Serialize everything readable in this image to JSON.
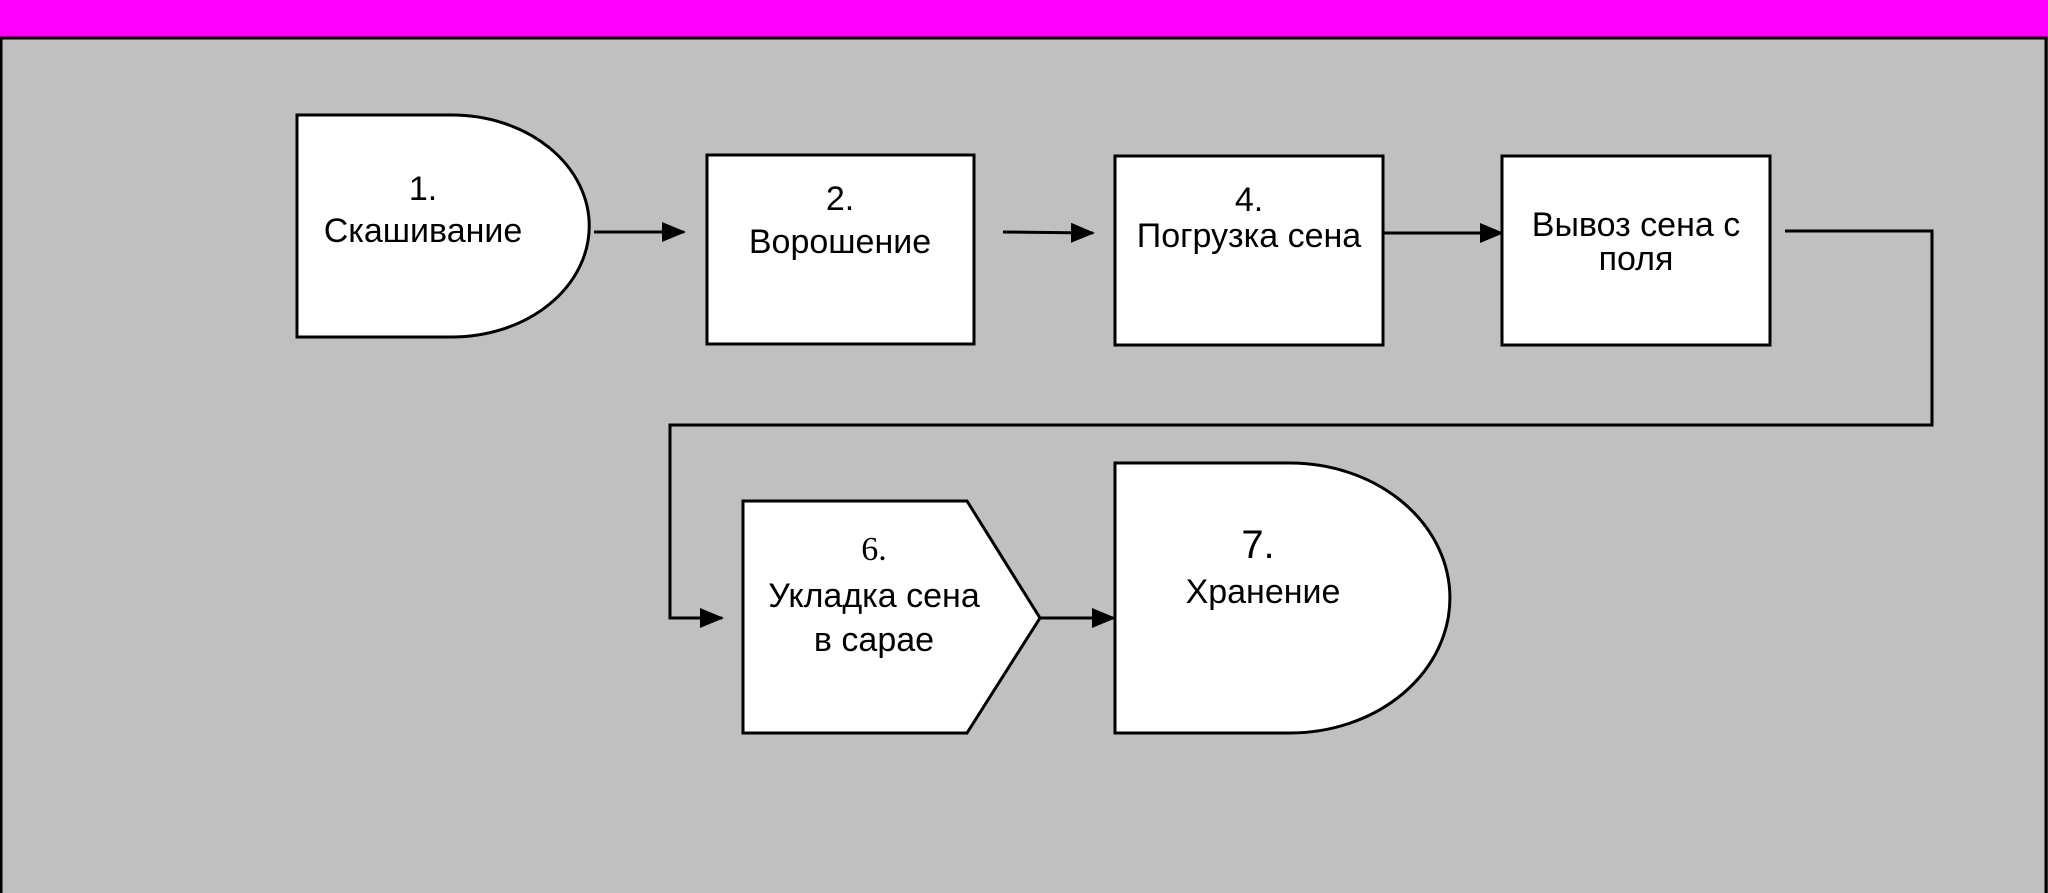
{
  "colors": {
    "top_bar": "#ff00ff",
    "panel_background": "#c0c0c0",
    "node_fill": "#ffffff",
    "stroke": "#000000"
  },
  "nodes": [
    {
      "id": "n1",
      "shape": "delay",
      "number": "1.",
      "label_lines": [
        "Скашивание"
      ]
    },
    {
      "id": "n2",
      "shape": "rectangle",
      "number": "2.",
      "label_lines": [
        "Ворошение"
      ]
    },
    {
      "id": "n4",
      "shape": "rectangle",
      "number": "4.",
      "label_lines": [
        "Погрузка сена"
      ]
    },
    {
      "id": "n5",
      "shape": "rectangle",
      "number": "",
      "label_lines": [
        "Вывоз сена с",
        "поля"
      ]
    },
    {
      "id": "n6",
      "shape": "pentagon-arrow",
      "number": "6.",
      "label_lines": [
        "Укладка сена",
        "в сарае"
      ]
    },
    {
      "id": "n7",
      "shape": "delay",
      "number": "7.",
      "label_lines": [
        "Хранение"
      ]
    }
  ],
  "edges": [
    {
      "from": "n1",
      "to": "n2"
    },
    {
      "from": "n2",
      "to": "n4"
    },
    {
      "from": "n4",
      "to": "n5"
    },
    {
      "from": "n5",
      "to": "n6"
    },
    {
      "from": "n6",
      "to": "n7"
    }
  ]
}
